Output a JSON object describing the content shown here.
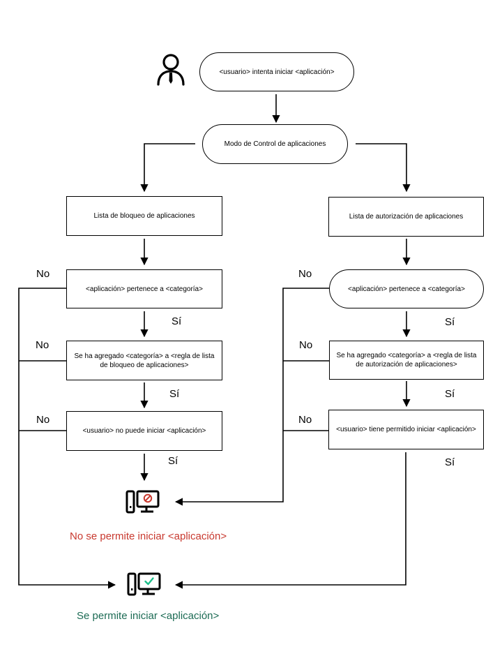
{
  "colors": {
    "line": "#000000",
    "denied": "#c8392f",
    "allowed": "#1c6b54",
    "check": "#1dbf8a"
  },
  "icons": {
    "user": "user-icon",
    "denied": "computer-denied-icon",
    "allowed": "computer-allowed-icon"
  },
  "nodes": {
    "start": "<usuario> intenta iniciar <aplicación>",
    "mode": "Modo de Control de aplicaciones",
    "block_list": "Lista de bloqueo de aplicaciones",
    "allow_list": "Lista de autorización de aplicaciones",
    "block_belongs": "<aplicación> pertenece a <categoría>",
    "allow_belongs": "<aplicación> pertenece a <categoría>",
    "block_added": "Se ha agregado  <categoría> a <regla de lista de bloqueo de aplicaciones>",
    "allow_added": "Se ha agregado <categoría> a <regla de lista de autorización de aplicaciones>",
    "block_cannot": "<usuario> no puede iniciar <aplicación>",
    "allow_permitted": "<usuario> tiene permitido iniciar <aplicación>"
  },
  "labels": {
    "no": "No",
    "yes": "Sí"
  },
  "results": {
    "denied": "No se permite iniciar <aplicación>",
    "allowed": "Se permite iniciar <aplicación>"
  }
}
